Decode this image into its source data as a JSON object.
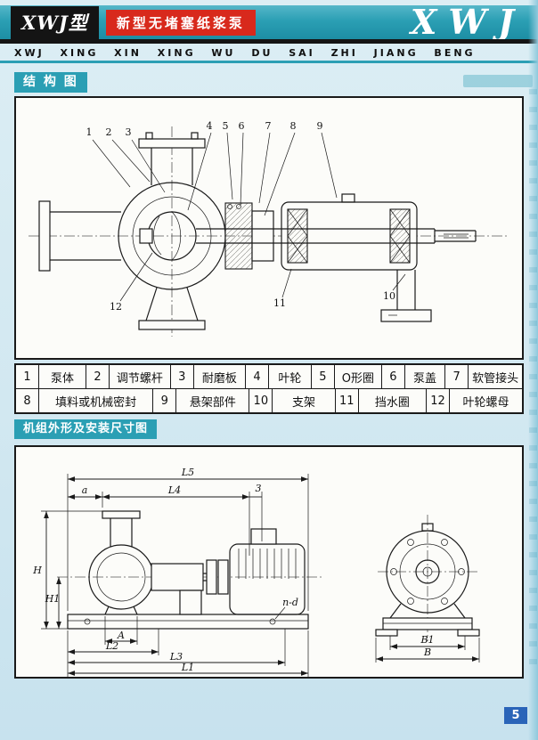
{
  "header": {
    "brand_black": "XWJ型",
    "brand_red": "新型无堵塞纸浆泵",
    "brand_right": "XWJ",
    "subtitle": "XWJ XING XIN XING WU DU SAI ZHI JIANG BENG"
  },
  "sections": {
    "structure_title": "结 构 图",
    "dimensions_title": "机组外形及安装尺寸图"
  },
  "parts_table": {
    "row1": [
      {
        "no": "1",
        "name": "泵体"
      },
      {
        "no": "2",
        "name": "调节螺杆"
      },
      {
        "no": "3",
        "name": "耐磨板"
      },
      {
        "no": "4",
        "name": "叶轮"
      },
      {
        "no": "5",
        "name": "O形圈"
      },
      {
        "no": "6",
        "name": "泵盖"
      },
      {
        "no": "7",
        "name": "软管接头"
      }
    ],
    "row2": [
      {
        "no": "8",
        "name": "填料或机械密封"
      },
      {
        "no": "9",
        "name": "悬架部件"
      },
      {
        "no": "10",
        "name": "支架"
      },
      {
        "no": "11",
        "name": "挡水圈"
      },
      {
        "no": "12",
        "name": "叶轮螺母"
      }
    ]
  },
  "callouts": [
    "1",
    "2",
    "3",
    "4",
    "5",
    "6",
    "7",
    "8",
    "9",
    "10",
    "11",
    "12"
  ],
  "dims": {
    "L5": "L5",
    "L4": "L4",
    "a": "a",
    "d3": "3",
    "H": "H",
    "H1": "H1",
    "A": "A",
    "L2": "L2",
    "L3": "L3",
    "L1": "L1",
    "nd": "n-d",
    "B1": "B1",
    "B": "B"
  },
  "page_number": "5",
  "colors": {
    "teal": "#2b9fb4",
    "red": "#d8291c",
    "black": "#141414",
    "page_blue": "#2a64b8"
  }
}
